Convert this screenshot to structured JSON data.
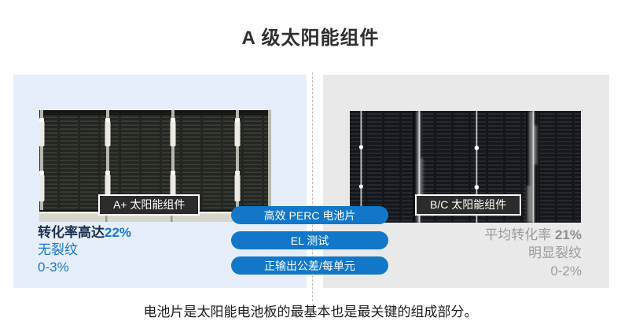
{
  "page": {
    "title": "A 级太阳能组件",
    "caption": "电池片是太阳能电池板的最基本也是最关键的组成部分。"
  },
  "left_panel": {
    "grade_label": "A+ 太阳能组件",
    "stat_line1_prefix": "转化率高达",
    "stat_line1_value": "22%",
    "stat_line2": "无裂纹",
    "stat_line3": "0-3%"
  },
  "right_panel": {
    "grade_label": "B/C 太阳能组件",
    "stat_line1_prefix": "平均转化率 ",
    "stat_line1_value": "21%",
    "stat_line2": "明显裂纹",
    "stat_line3": "0-2%"
  },
  "feature_buttons": [
    {
      "label": "高效 PERC 电池片"
    },
    {
      "label": "EL 测试"
    },
    {
      "label": "正输出公差/每单元"
    }
  ],
  "images": {
    "left": "a-plus-grade-solar-cell-photo",
    "right": "b-c-grade-solar-cell-photo-with-cracks"
  },
  "colors": {
    "accent_blue": "#1277c8",
    "panel_blue_bg": "#e5eefa",
    "panel_gray_bg": "#e9e9e9",
    "text_blue": "#1778cc",
    "text_navy": "#1d2f4e",
    "text_gray": "#9c9c9c",
    "label_box_bg": "#2c2c2c"
  }
}
